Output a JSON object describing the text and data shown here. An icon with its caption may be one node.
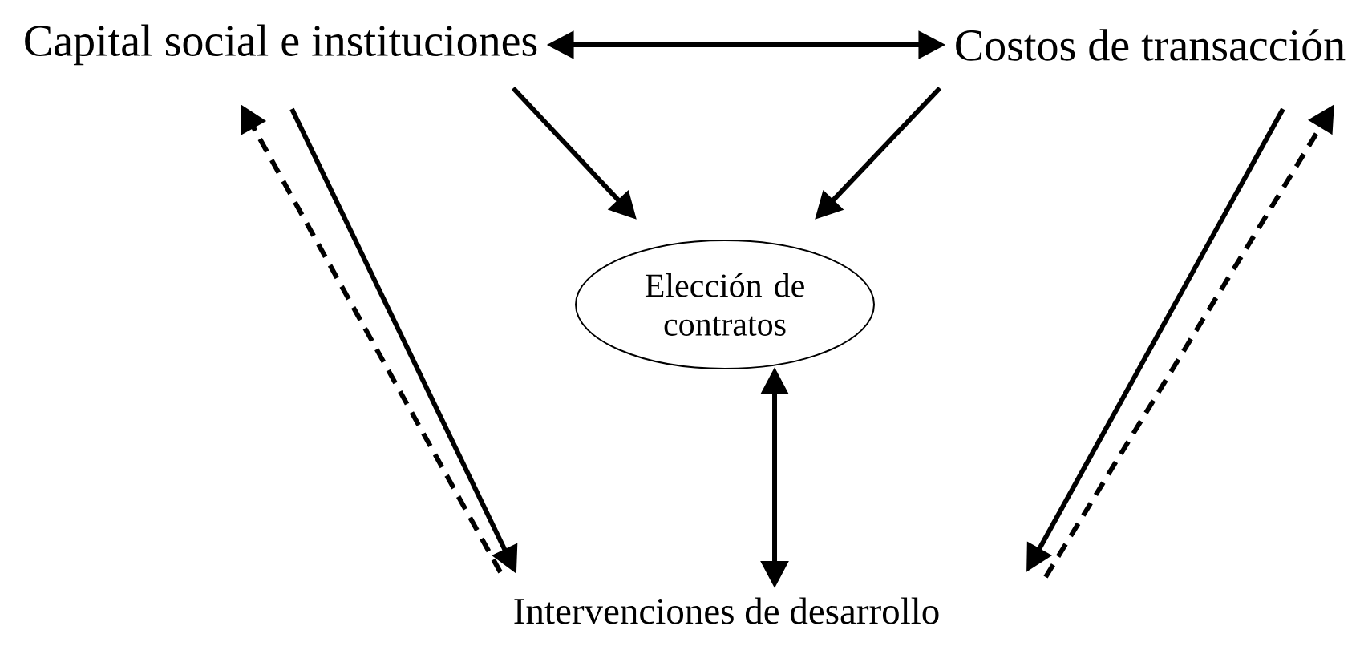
{
  "diagram": {
    "nodes": [
      {
        "text": [
          "Capital social e instituciones"
        ]
      },
      {
        "text": [
          "Costos de transacción"
        ]
      },
      {
        "text": [
          "Elección de contratos"
        ]
      },
      {
        "text": [
          "Intervenciones de desarrollo"
        ]
      }
    ],
    "edges": [
      {
        "from": 0,
        "to": 1,
        "arrow": "both"
      },
      {
        "from": 0,
        "to": 2,
        "arrow": "to"
      },
      {
        "from": 1,
        "to": 2,
        "arrow": "to"
      },
      {
        "from": 2,
        "to": 3,
        "arrow": "both"
      },
      {
        "from": 0,
        "to": 3,
        "arrow": "to"
      },
      {
        "from": 3,
        "to": 0,
        "arrow": "to",
        "style": "dashed"
      },
      {
        "from": 1,
        "to": 3,
        "arrow": "to"
      },
      {
        "from": 3,
        "to": 1,
        "arrow": "to",
        "style": "dashed"
      }
    ]
  }
}
